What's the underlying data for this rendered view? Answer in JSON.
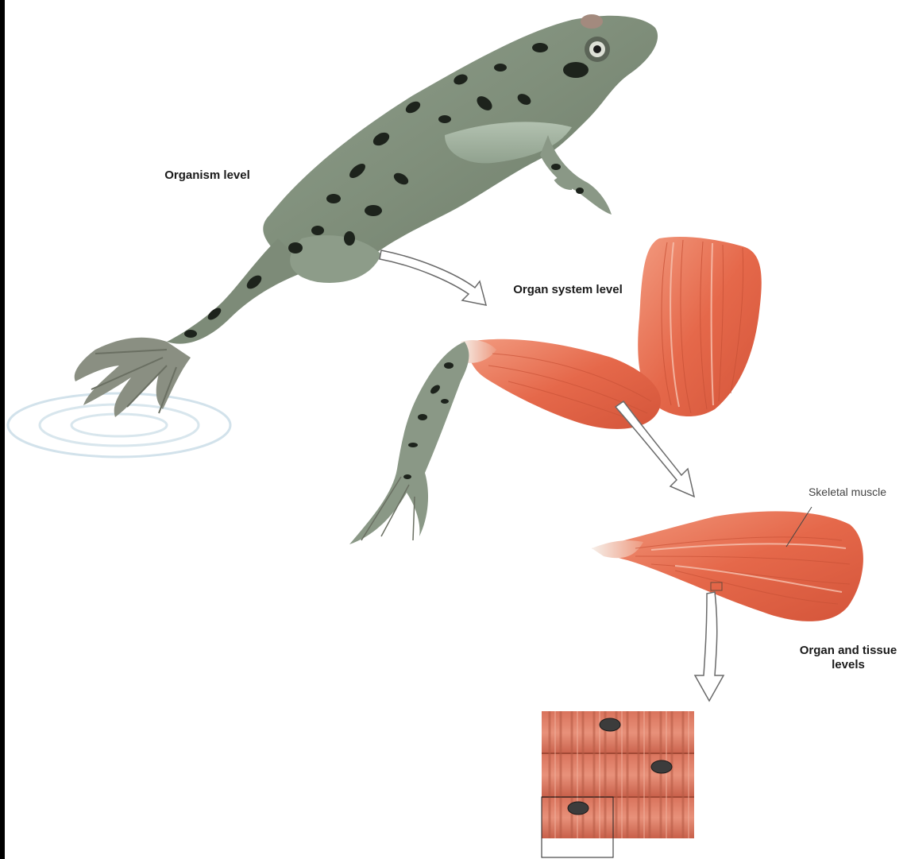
{
  "labels": {
    "organism_level": "Organism level",
    "organ_system_level": "Organ system level",
    "skeletal_muscle": "Skeletal muscle",
    "organ_tissue_levels": "Organ and tissue levels"
  },
  "colors": {
    "frog_skin": "#8e9d88",
    "frog_spot": "#1d231c",
    "muscle": "#e86a4c",
    "muscle_light": "#f4a48a",
    "arrow_outline": "#6a6a6a",
    "water": "#cfe0ea"
  }
}
